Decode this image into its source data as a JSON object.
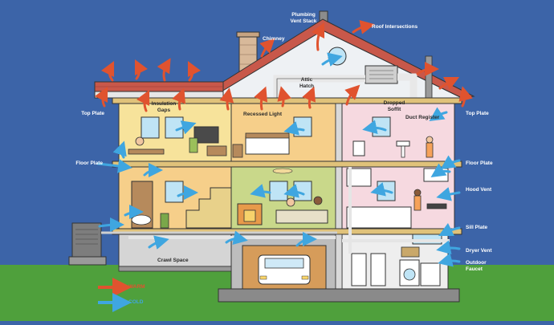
{
  "labels": {
    "plumbing_vent_stack": "Plumbing Vent Stack",
    "roof_intersections": "Roof Intersections",
    "chimney": "Chimney",
    "attic_hatch": "Attic Hatch",
    "dropped_soffit": "Dropped Soffit",
    "insulation_gaps": "Insulation Gaps",
    "recessed_light": "Recessed Light",
    "duct_register": "Duct Register",
    "top_plate_left": "Top Plate",
    "top_plate_right": "Top Plate",
    "floor_plate_left": "Floor Plate",
    "floor_plate_right": "Floor Plate",
    "hood_vent": "Hood Vent",
    "sill_plate": "Sill Plate",
    "dryer_vent": "Dryer Vent",
    "outdoor_faucet": "Outdoor Faucet",
    "crawl_space": "Crawl Space"
  },
  "legend": {
    "warm": "WARM",
    "cold": "COLD"
  },
  "colors": {
    "sky": "#3c64a8",
    "grass": "#4fa03c",
    "warm_arrow": "#e0532f",
    "cold_arrow": "#3fa6e0",
    "wall_yellow": "#f7e39b",
    "wall_orange": "#f6cf8a",
    "wall_green": "#c9d88a",
    "wall_pink": "#f6d9e0",
    "roof": "#c8584a"
  }
}
